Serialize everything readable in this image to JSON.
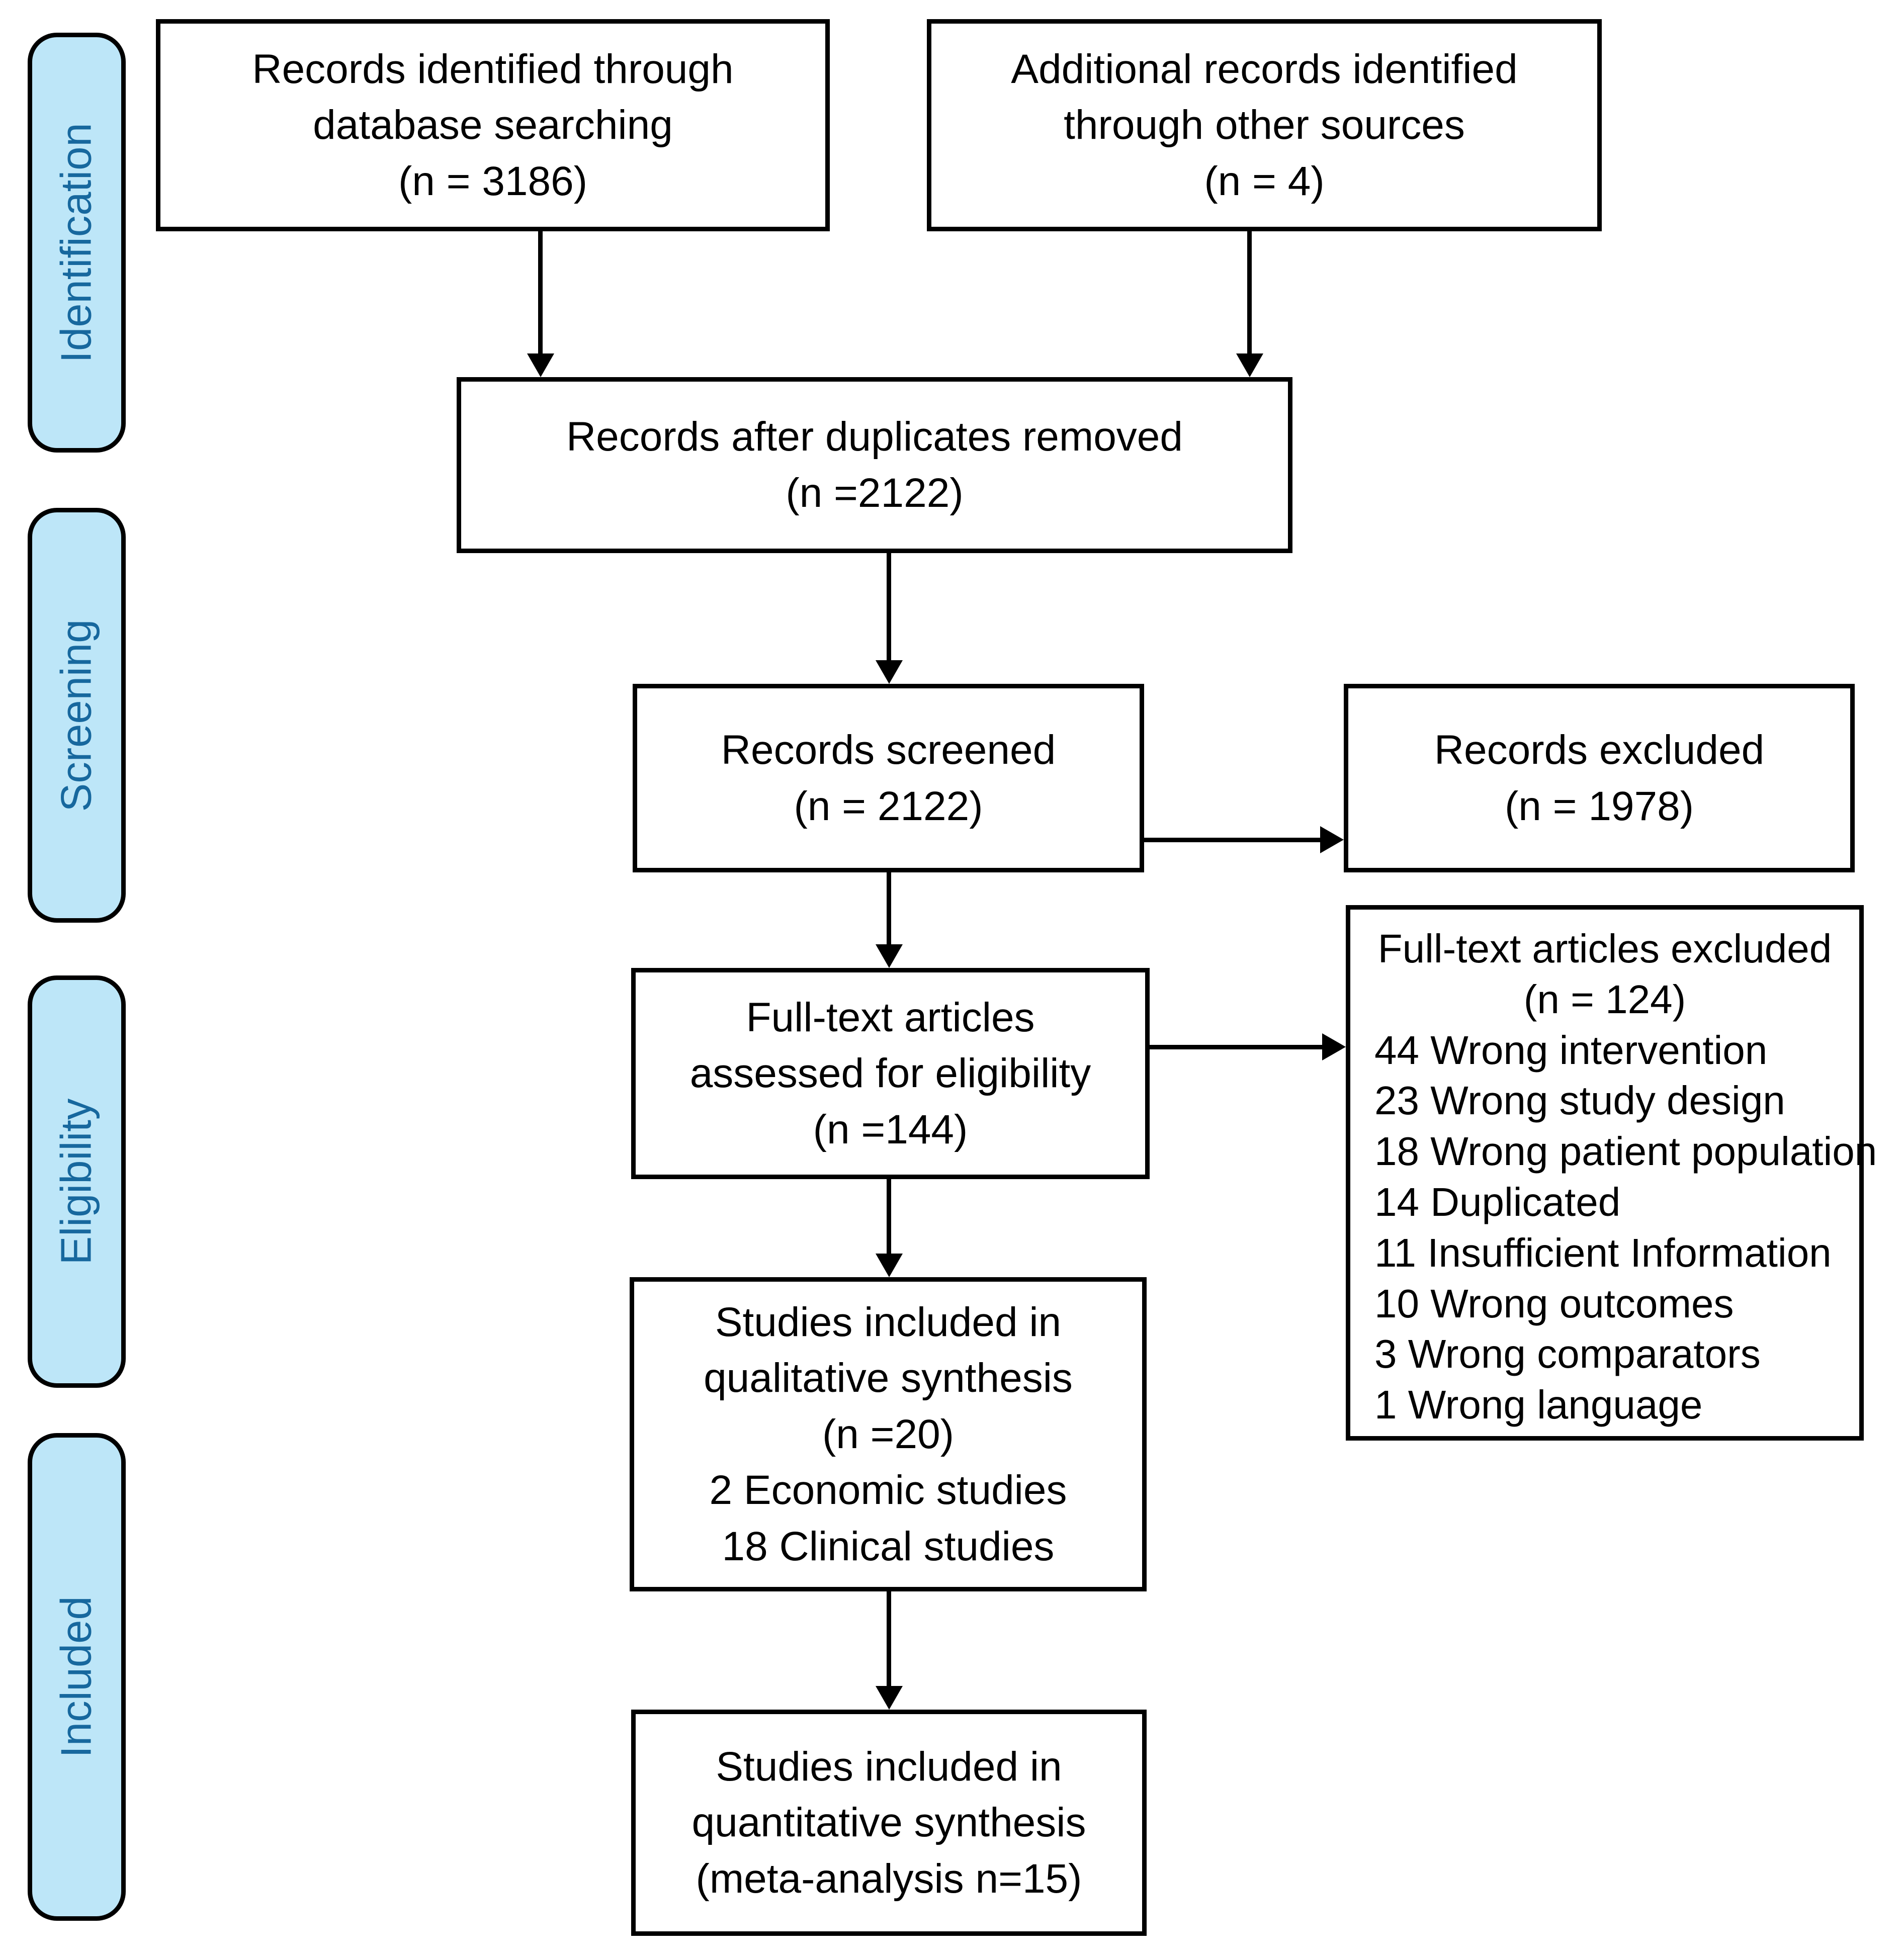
{
  "diagram": {
    "stages": [
      {
        "label": "Identification"
      },
      {
        "label": "Screening"
      },
      {
        "label": "Eligibility"
      },
      {
        "label": "Included"
      }
    ],
    "boxes": {
      "identified": {
        "lines": [
          "Records identified through",
          "database searching",
          "(n = 3186)"
        ]
      },
      "additional": {
        "lines": [
          "Additional records identified",
          "through other sources",
          "(n = 4)"
        ]
      },
      "deduplicated": {
        "lines": [
          "Records after duplicates removed",
          "(n =2122)"
        ]
      },
      "screened": {
        "lines": [
          "Records screened",
          "(n = 2122)"
        ]
      },
      "records_excluded": {
        "lines": [
          "Records excluded",
          "(n = 1978)"
        ]
      },
      "fulltext_assessed": {
        "lines": [
          "Full-text articles",
          "assessed for eligibility",
          "(n =144)"
        ]
      },
      "fulltext_excluded": {
        "title_lines": [
          "Full-text articles excluded",
          "(n = 124)"
        ],
        "reasons": [
          "44 Wrong intervention",
          "23 Wrong study design",
          "18 Wrong patient population",
          "14 Duplicated",
          "11 Insufficient Information",
          "10 Wrong outcomes",
          "3 Wrong comparators",
          "1 Wrong language"
        ]
      },
      "qualitative": {
        "lines": [
          "Studies included in",
          "qualitative synthesis",
          "(n =20)",
          "2 Economic studies",
          "18 Clinical studies"
        ]
      },
      "quantitative": {
        "lines": [
          "Studies included in",
          "quantitative synthesis",
          "(meta-analysis n=15)"
        ]
      }
    },
    "colors": {
      "stage_fill": "#BDE6F8",
      "stage_text": "#17689E",
      "box_background": "#FFFFFF",
      "line": "#000000"
    }
  }
}
